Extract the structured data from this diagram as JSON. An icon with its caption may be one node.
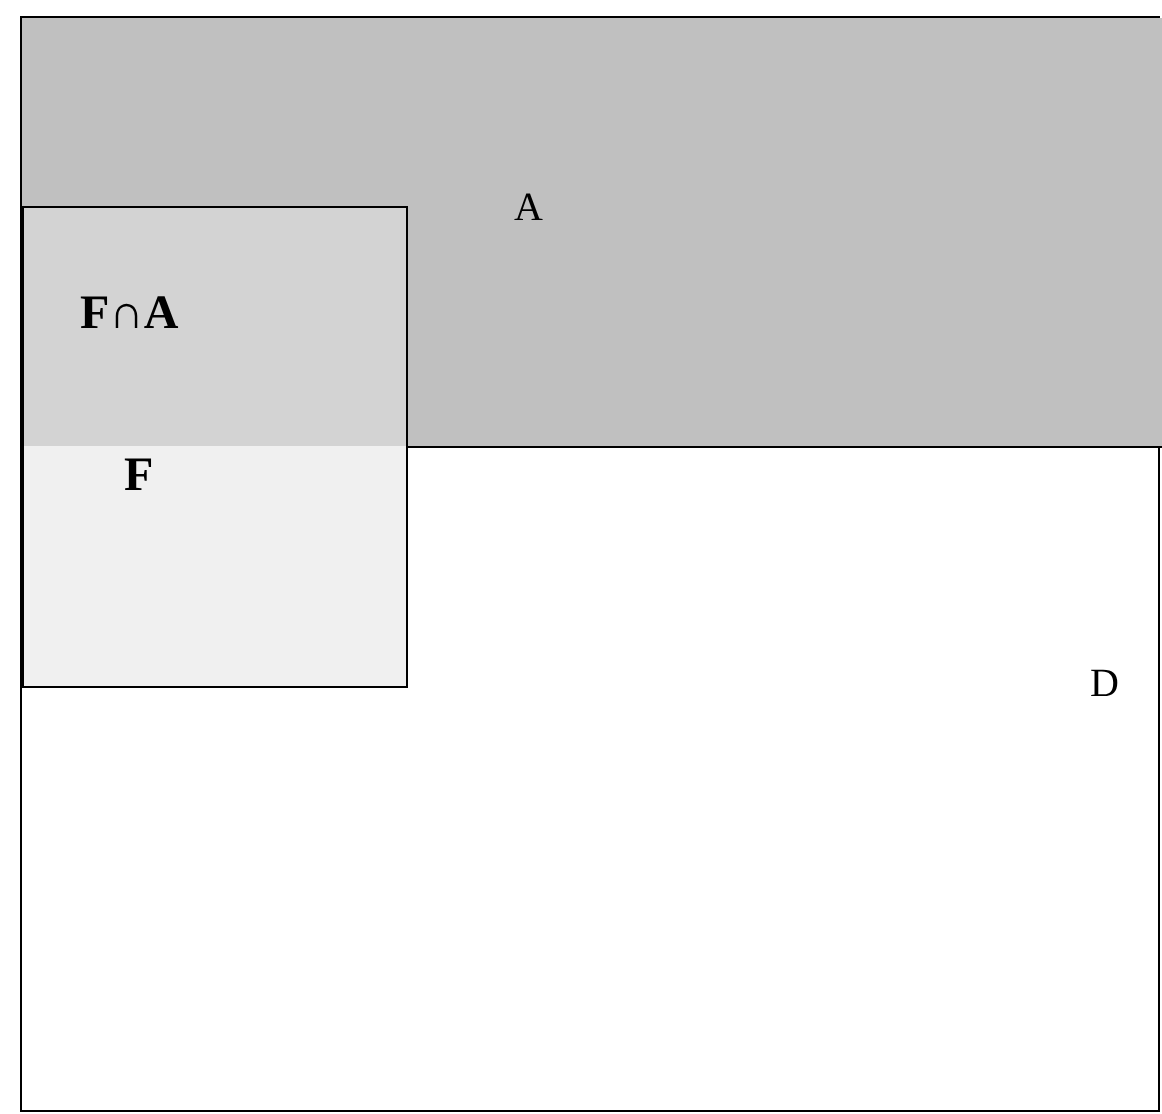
{
  "diagram": {
    "nodes": [
      {
        "text": [
          "D"
        ]
      },
      {
        "text": [
          "A"
        ],
        "in": 0
      },
      {
        "text": [
          "F∩A"
        ],
        "in": 1
      },
      {
        "text": [
          "F"
        ],
        "in": 0
      }
    ]
  }
}
